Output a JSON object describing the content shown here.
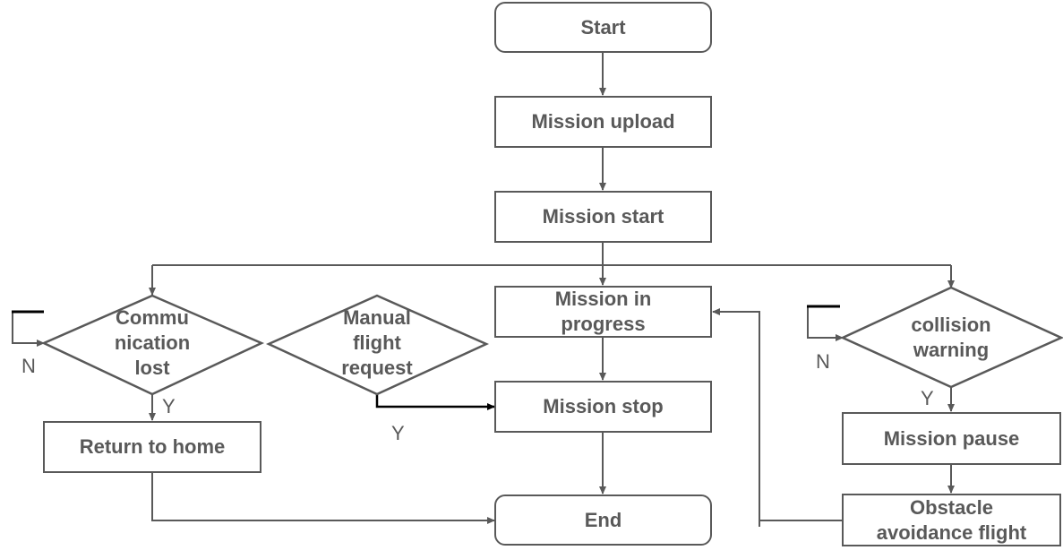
{
  "flowchart": {
    "start": "Start",
    "mission_upload": "Mission upload",
    "mission_start": "Mission start",
    "mission_in_progress": "Mission in\nprogress",
    "mission_stop": "Mission stop",
    "end": "End",
    "communication_lost": "Commu\nnication\nlost",
    "manual_flight_request": "Manual\nflight\nrequest",
    "collision_warning": "collision\nwarning",
    "return_to_home": "Return to home",
    "mission_pause": "Mission pause",
    "obstacle_avoidance_flight": "Obstacle\navoidance flight",
    "labels": {
      "comm_no": "N",
      "comm_yes": "Y",
      "manual_yes": "Y",
      "collision_no": "N",
      "collision_yes": "Y"
    }
  },
  "colors": {
    "stroke": "#595959",
    "text": "#595959",
    "background": "#ffffff"
  }
}
